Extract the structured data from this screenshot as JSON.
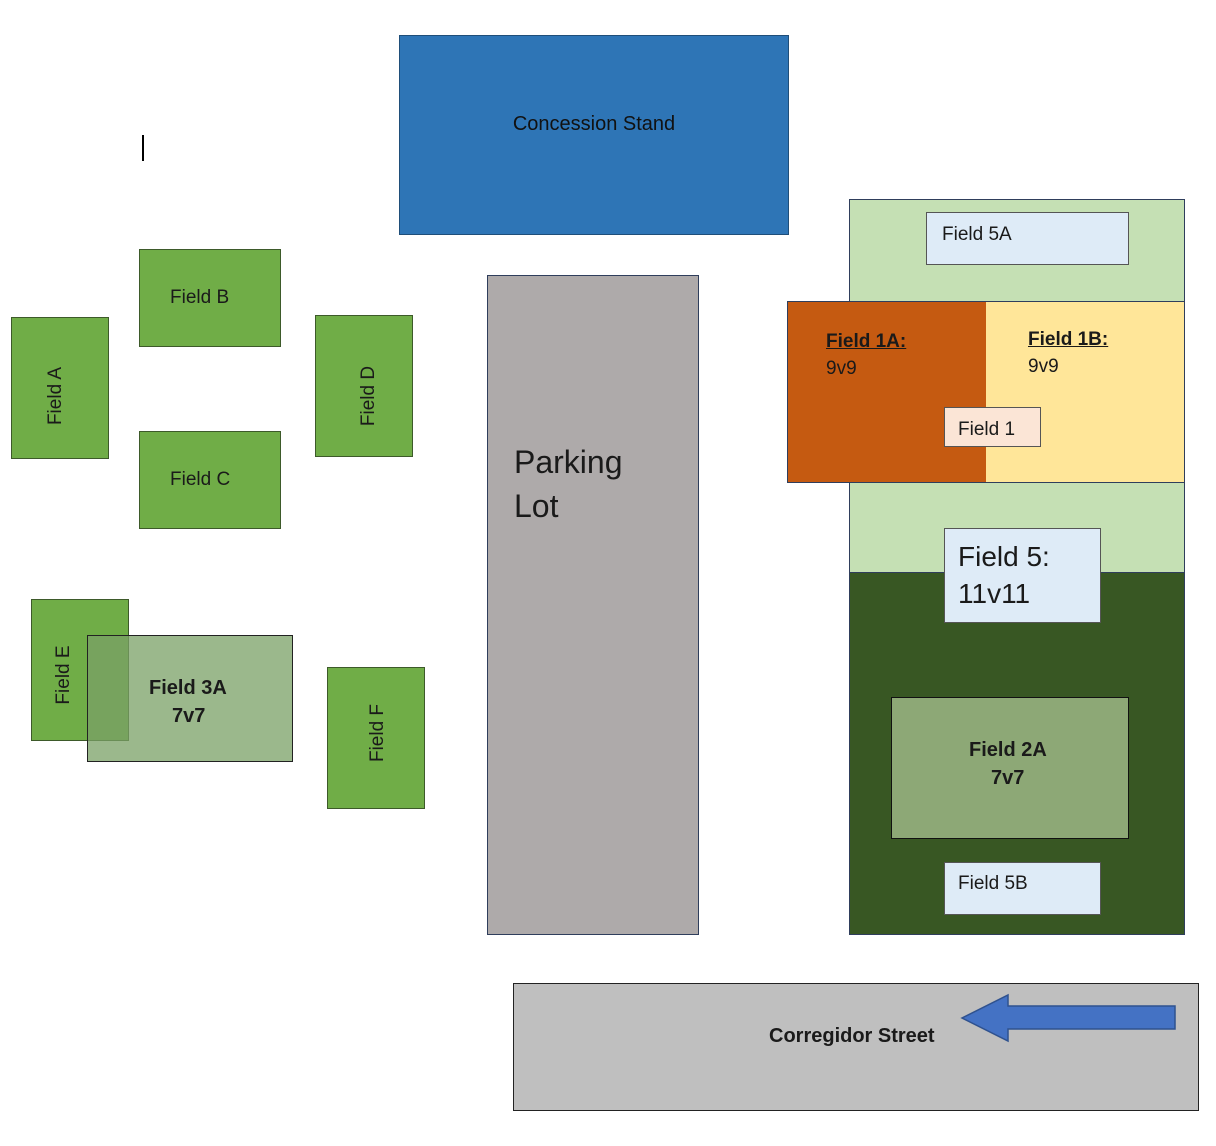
{
  "concession": {
    "label": "Concession Stand",
    "color": "#2e75b6"
  },
  "parking": {
    "label_line1": "Parking",
    "label_line2": "Lot",
    "color": "#aeaaaa"
  },
  "street": {
    "label": "Corregidor Street",
    "color": "#bfbfbf",
    "arrow_color": "#4472c4",
    "arrow_direction": "left"
  },
  "left_fields": {
    "field_a": "Field A",
    "field_b": "Field B",
    "field_c": "Field C",
    "field_d": "Field D",
    "field_e": "Field E",
    "field_f": "Field F",
    "field_3a": {
      "name": "Field 3A",
      "format": "7v7"
    },
    "color": "#70ad47"
  },
  "right_complex": {
    "field_5a": "Field 5A",
    "field_1a": {
      "name": "Field 1A:",
      "format": "9v9",
      "color": "#c55a11"
    },
    "field_1b": {
      "name": "Field 1B:",
      "format": "9v9",
      "color": "#ffe699"
    },
    "field_1": "Field 1",
    "field_5": {
      "line1": "Field 5:",
      "line2": "11v11"
    },
    "field_2a": {
      "name": "Field 2A",
      "format": "7v7"
    },
    "field_5b": "Field 5B",
    "light_green": "#c5e0b4",
    "dark_green": "#385723"
  }
}
